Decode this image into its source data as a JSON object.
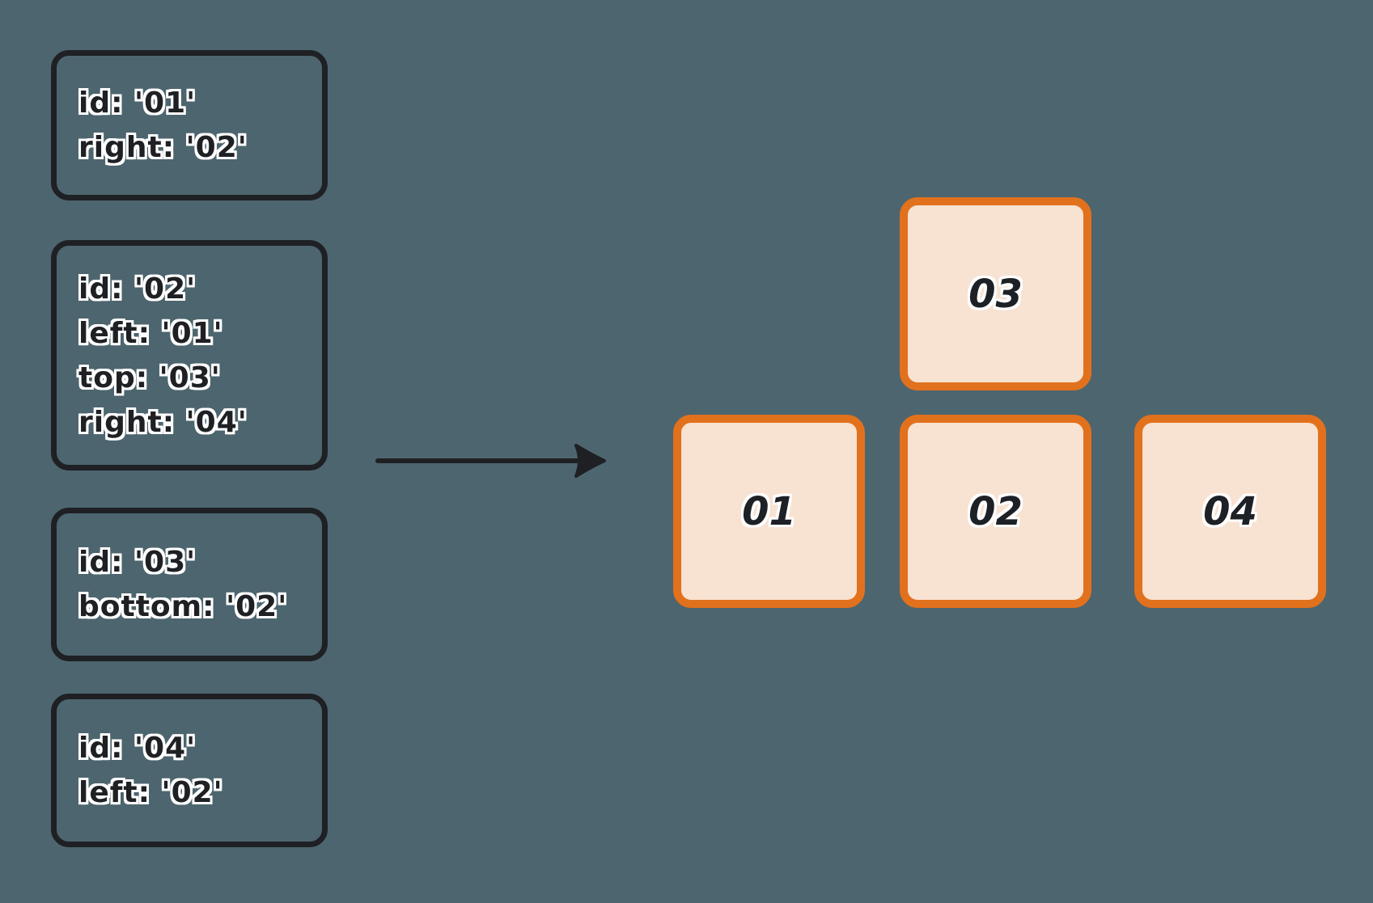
{
  "diagram": {
    "description": "hand-drawn layout-relations diagram",
    "cards": [
      {
        "name": "card-01",
        "lines": [
          "id: '01'",
          "right: '02'"
        ]
      },
      {
        "name": "card-02",
        "lines": [
          "id: '02'",
          "left: '01'",
          "top: '03'",
          "right: '04'"
        ]
      },
      {
        "name": "card-03",
        "lines": [
          "id: '03'",
          "bottom: '02'"
        ]
      },
      {
        "name": "card-04",
        "lines": [
          "id: '04'",
          "left: '02'"
        ]
      }
    ],
    "arrow": {
      "name": "cards-to-tiles-arrow",
      "direction": "right"
    },
    "tiles": [
      {
        "name": "tile-03",
        "label": "03"
      },
      {
        "name": "tile-01",
        "label": "01"
      },
      {
        "name": "tile-02",
        "label": "02"
      },
      {
        "name": "tile-04",
        "label": "04"
      }
    ],
    "colors": {
      "background": "#4d656e",
      "card_stroke": "#1e2024",
      "tile_border": "#e2711d",
      "tile_fill": "#f8e2d2",
      "text": "#1e2024",
      "text_outline": "#ffffff"
    }
  }
}
